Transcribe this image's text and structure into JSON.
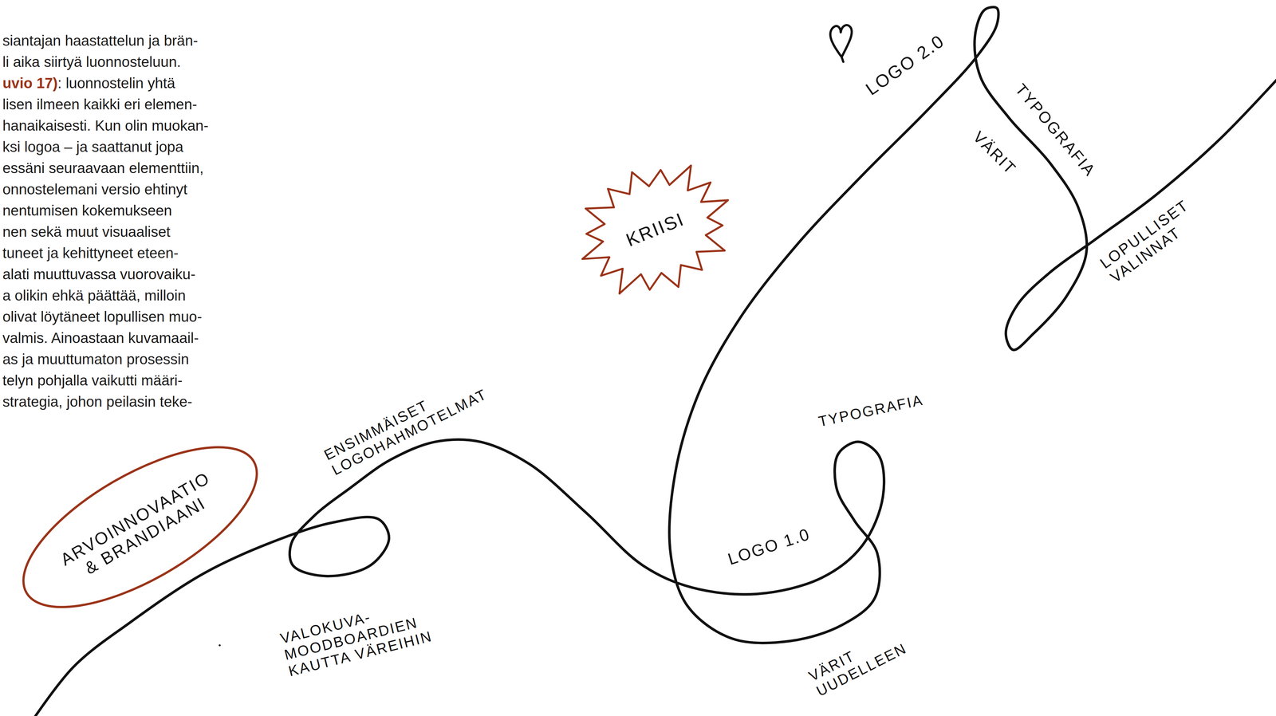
{
  "diagram": {
    "nodes": [
      {
        "text": [
          "ARVOINNOVAATIO & BRANDIAANI"
        ]
      },
      {
        "text": [
          "KRIISI"
        ]
      }
    ],
    "labels": [
      "siantajan haastattelun ja brän-",
      "li aika siirtyä luonnosteluun.",
      "uvio 17)",
      ": luonnostelin yhtä",
      "lisen ilmeen kaikki eri elemen-",
      "hanaikaisesti. Kun olin muokan-",
      "ksi logoa – ja saattanut jopa",
      "essäni seuraavaan elementtiin,",
      "onnostelemani versio ehtinyt",
      "nentumisen kokemukseen",
      "nen sekä muut visuaaliset",
      "tuneet ja kehittyneet eteen-",
      "alati muuttuvassa vuorovaiku-",
      "a olikin ehkä päättää, milloin",
      "olivat löytäneet lopullisen muo-",
      "valmis. Ainoastaan kuvamaail-",
      "as ja muuttumaton prosessin",
      "telyn pohjalla vaikutti määri-",
      "strategia, johon peilasin teke-",
      "LOGO 2.0",
      "TYPOGRAFIA",
      "VÄRIT",
      "LOPULLISET VALINNAT",
      "ENSIMMÄISET LOGOHAHMOTELMAT",
      "TYPOGRAFIA",
      "LOGO 1.0",
      "VALOKUVA- MOODBOARDIEN KAUTTA VÄREIHIN",
      "VÄRIT UUDELLEEN"
    ]
  }
}
